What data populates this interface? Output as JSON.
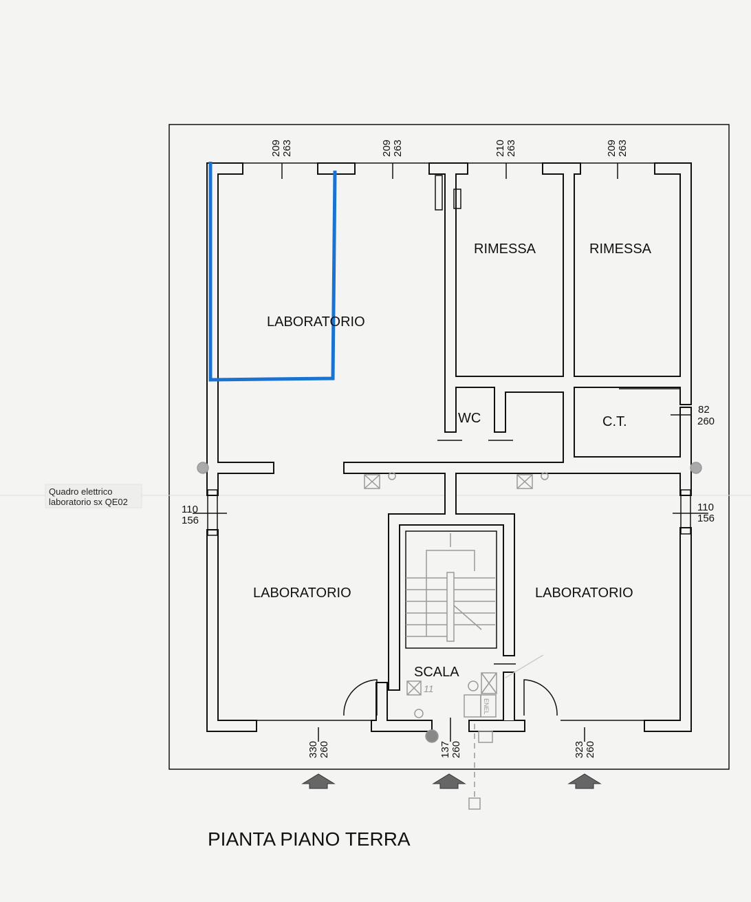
{
  "title": "PIANTA PIANO TERRA",
  "annotation": {
    "line1": "Quadro elettrico",
    "line2": "laboratorio sx QE02"
  },
  "rooms": {
    "laboratorio_top": "LABORATORIO",
    "rimessa_1": "RIMESSA",
    "rimessa_2": "RIMESSA",
    "wc": "WC",
    "ct": "C.T.",
    "laboratorio_left": "LABORATORIO",
    "laboratorio_right": "LABORATORIO",
    "scala": "SCALA"
  },
  "dimensions": {
    "top_1": {
      "a": "209",
      "b": "263"
    },
    "top_2": {
      "a": "209",
      "b": "263"
    },
    "top_3": {
      "a": "210",
      "b": "263"
    },
    "top_4": {
      "a": "209",
      "b": "263"
    },
    "ct": {
      "a": "82",
      "b": "260"
    },
    "left": {
      "a": "110",
      "b": "156"
    },
    "right": {
      "a": "110",
      "b": "156"
    },
    "bottom_1": {
      "a": "330",
      "b": "260"
    },
    "bottom_2": {
      "a": "137",
      "b": "260"
    },
    "bottom_3": {
      "a": "323",
      "b": "260"
    }
  },
  "symbols": {
    "stair_number": "11",
    "meter_label": "ENEL"
  },
  "colors": {
    "highlight": "#1a73d0",
    "walls": "#111111",
    "services": "#999999"
  }
}
